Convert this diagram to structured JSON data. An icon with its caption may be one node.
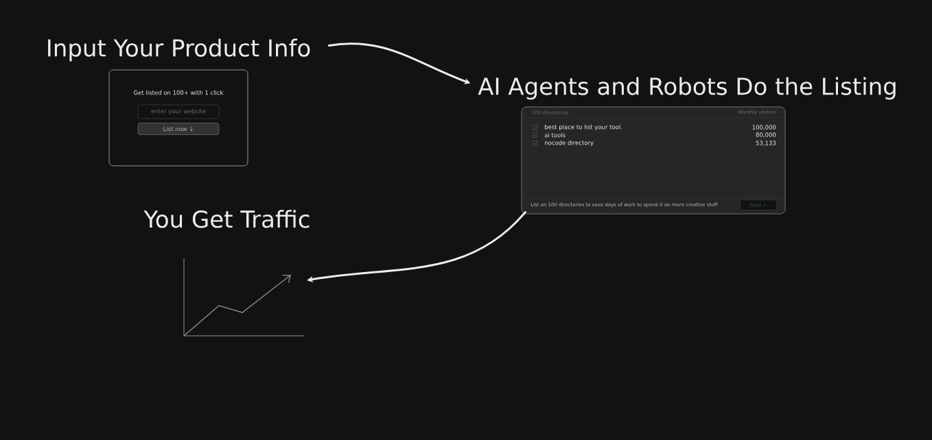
{
  "diagram": {
    "nodes": [
      {
        "text": [
          "Input Your Product Info",
          "Get listed on 100+ with 1 click"
        ]
      },
      {
        "text": [
          "enter your website"
        ],
        "in": 0
      },
      {
        "text": [
          "List now ↓"
        ],
        "in": 0
      },
      {
        "text": [
          "AI Agents and Robots Do the Listing",
          "100 directories",
          "Monthly visitors",
          "best place to list your tool.",
          "100,000",
          "ai tools",
          "80,000",
          "nocode directory",
          "53,133",
          "List on 100 directories to save days of work to spend it on more creative stuff"
        ]
      },
      {
        "text": [
          "Next >"
        ],
        "in": 3
      },
      {
        "text": [
          "You Get Traffic"
        ]
      }
    ],
    "edges": [
      {
        "from": 0,
        "to": 3,
        "arrow": "to"
      },
      {
        "from": 3,
        "to": 5,
        "arrow": "to"
      }
    ]
  }
}
